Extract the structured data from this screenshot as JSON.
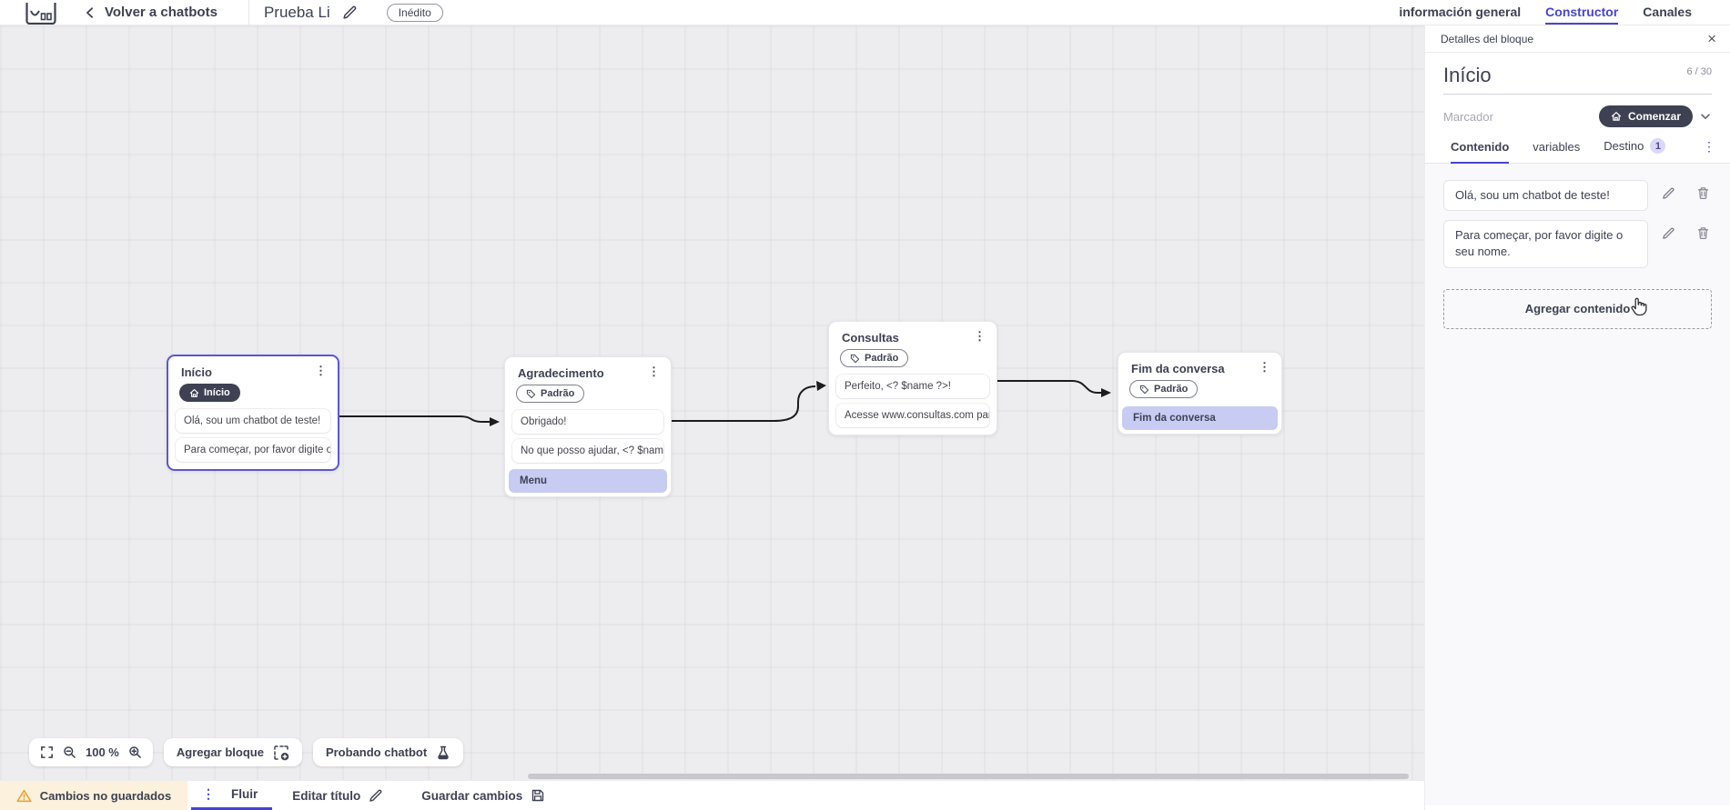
{
  "topbar": {
    "back_label": "Volver a chatbots",
    "title": "Prueba Li",
    "status_badge": "Inédito",
    "tabs": [
      {
        "label": "información general",
        "active": false
      },
      {
        "label": "Constructor",
        "active": true
      },
      {
        "label": "Canales",
        "active": false
      }
    ]
  },
  "panel": {
    "header": "Detalles del bloque",
    "block_name": "Início",
    "char_counter": "6 / 30",
    "marker_label": "Marcador",
    "marker_value": "Comenzar",
    "tabs": [
      {
        "label": "Contenido",
        "active": true
      },
      {
        "label": "variables",
        "active": false
      },
      {
        "label": "Destino",
        "badge": "1",
        "active": false
      }
    ],
    "contents": [
      "Olá, sou um chatbot de teste!",
      "Para começar, por favor digite o seu nome."
    ],
    "add_content_label": "Agregar contenido"
  },
  "canvas": {
    "zoom_level": "100 %",
    "add_block_label": "Agregar bloque",
    "test_chatbot_label": "Probando chatbot",
    "nodes": [
      {
        "title": "Início",
        "badge": {
          "label": "Início",
          "style": "dark",
          "icon": "home"
        },
        "selected": true,
        "items": [
          {
            "text": "Olá, sou um chatbot de teste!"
          },
          {
            "text": "Para começar, por favor digite o ..."
          }
        ]
      },
      {
        "title": "Agradecimento",
        "badge": {
          "label": "Padrão",
          "style": "outline",
          "icon": "tag"
        },
        "selected": false,
        "items": [
          {
            "text": "Obrigado!"
          },
          {
            "text": "No que posso ajudar, <? $name ..."
          },
          {
            "text": "Menu",
            "style": "highlight"
          }
        ]
      },
      {
        "title": "Consultas",
        "badge": {
          "label": "Padrão",
          "style": "outline",
          "icon": "tag"
        },
        "selected": false,
        "items": [
          {
            "text": "Perfeito, <? $name ?>!"
          },
          {
            "text": "Acesse www.consultas.com par..."
          }
        ]
      },
      {
        "title": "Fim da conversa",
        "badge": {
          "label": "Padrão",
          "style": "outline",
          "icon": "tag"
        },
        "selected": false,
        "items": [
          {
            "text": "Fim da conversa",
            "style": "highlight"
          }
        ]
      }
    ]
  },
  "bottombar": {
    "warning": "Cambios no guardados",
    "flow_tab": "Fluir",
    "edit_title_label": "Editar título",
    "save_label": "Guardar cambios"
  },
  "icons": {
    "kebab": "⋮",
    "close": "×"
  },
  "colors": {
    "accent": "#4745d0",
    "selected_node_border": "#5b57d1",
    "dark_pill": "#3d4152",
    "highlight_item": "#c8ccf2",
    "warning_bg": "#fcf1dc",
    "warning_icon": "#e8a33d"
  }
}
